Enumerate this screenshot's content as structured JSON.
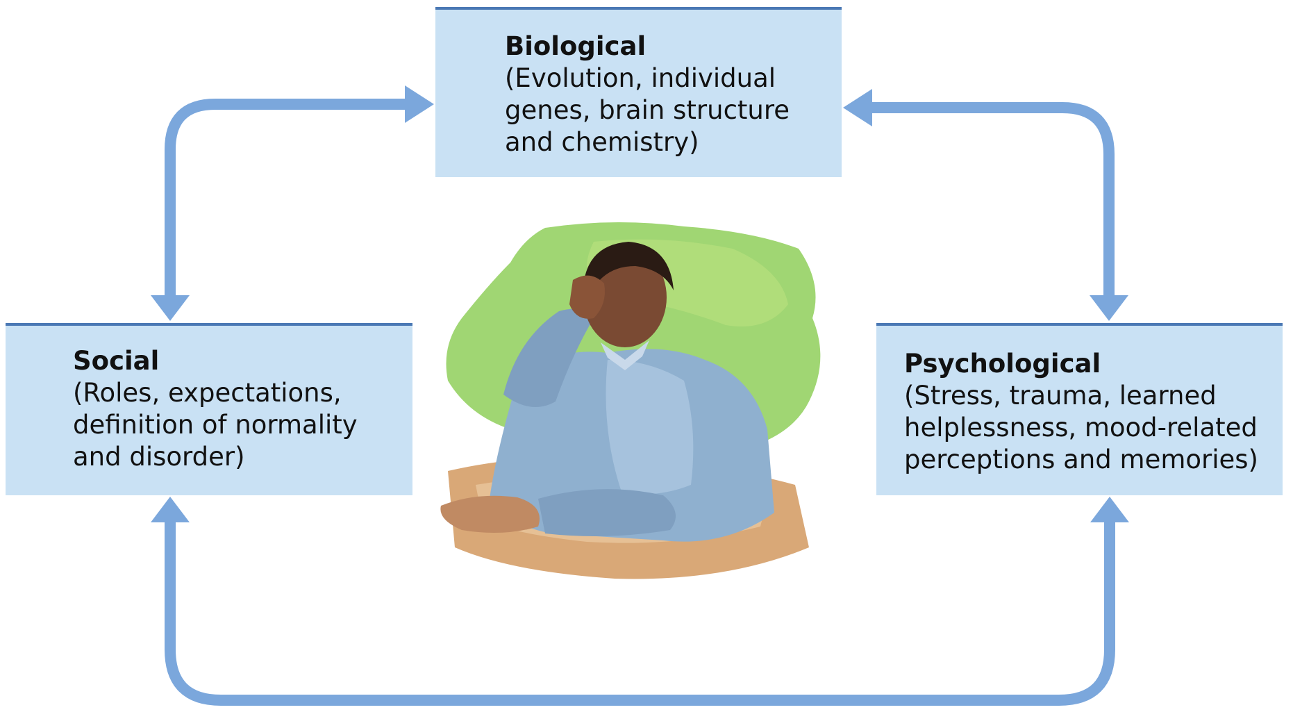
{
  "diagram": {
    "colors": {
      "box_fill": "#c9e1f4",
      "box_border": "#4a78b4",
      "arrow": "#7ba7dc"
    },
    "nodes": {
      "biological": {
        "title": "Biological",
        "description": "(Evolution, individual\ngenes, brain structure\nand chemistry)"
      },
      "social": {
        "title": "Social",
        "description": "(Roles, expectations,\ndefinition of normality\nand disorder)"
      },
      "psychological": {
        "title": "Psychological",
        "description": "(Stress, trauma, learned\nhelplessness, mood-related\nperceptions and memories)"
      }
    },
    "connections": [
      {
        "from": "social",
        "to": "biological",
        "bidirectional": true
      },
      {
        "from": "biological",
        "to": "psychological",
        "bidirectional": true
      },
      {
        "from": "social",
        "to": "psychological",
        "bidirectional": true
      }
    ],
    "center_image": "man-sitting-at-table-illustration"
  }
}
